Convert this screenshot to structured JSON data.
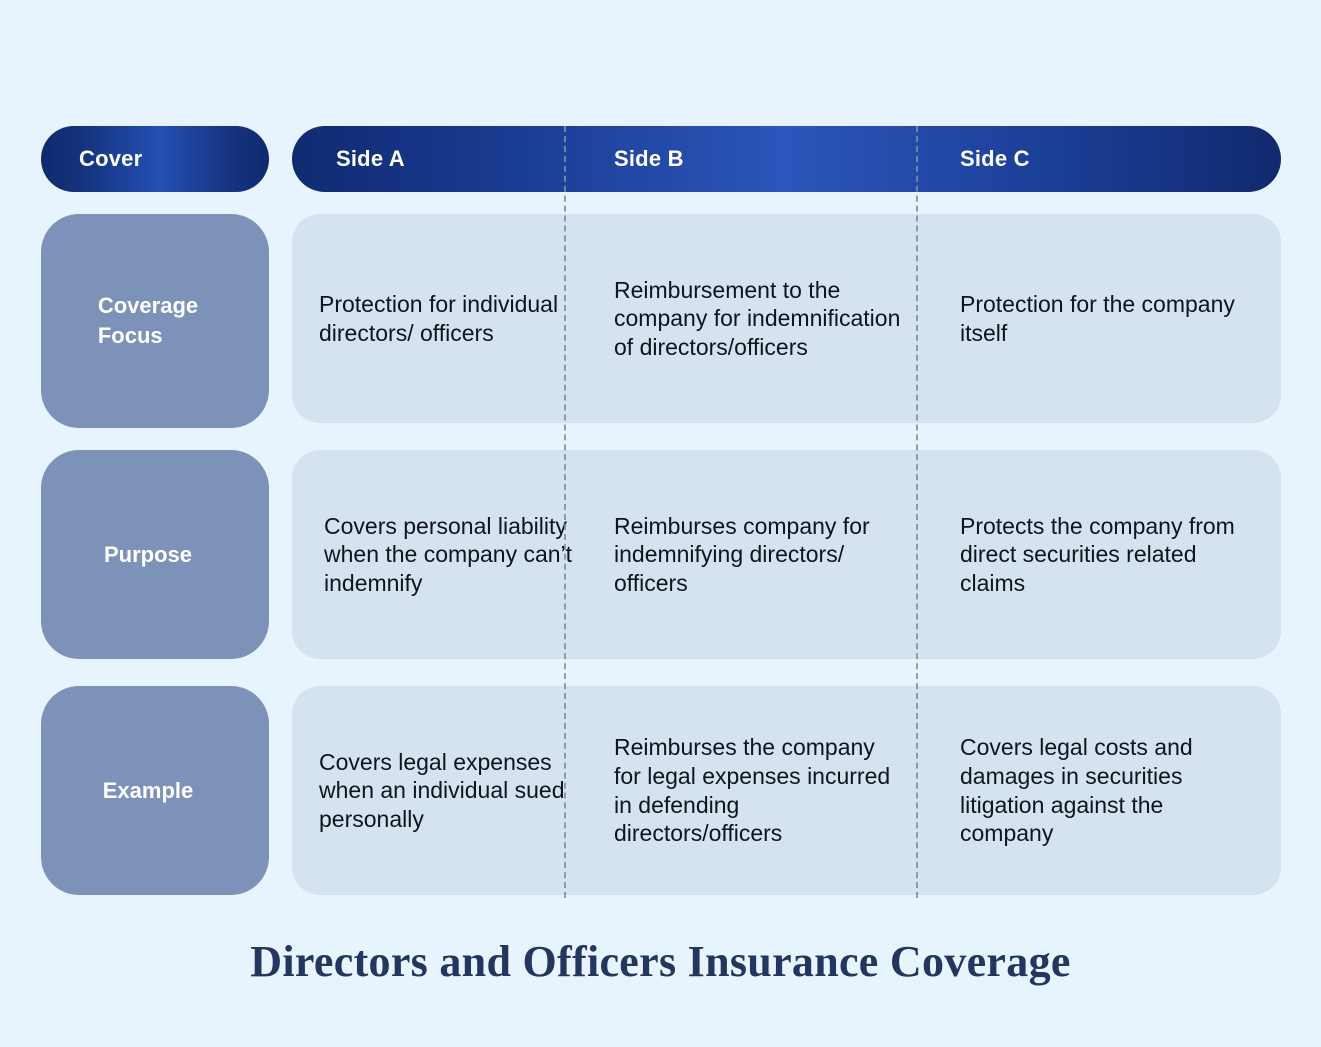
{
  "colors": {
    "background": "#e8f4fd",
    "header_dark": "#102b70",
    "header_mid": "#2b56bb",
    "row_label": "#7d92b8",
    "panel": "#d5e2ef",
    "body_text": "#10141c",
    "caption_text": "#23365e",
    "divider": "#7d8ea8"
  },
  "header": {
    "cover_label": "Cover",
    "columns": [
      {
        "label": "Side A"
      },
      {
        "label": "Side B"
      },
      {
        "label": "Side C"
      }
    ]
  },
  "rows": [
    {
      "label": "Coverage\nFocus",
      "label_line1": "Coverage",
      "label_line2": "Focus",
      "side_a": "Protection for individual directors/ officers",
      "side_b": "Reimbursement to the company for indemnification of directors/officers",
      "side_c": "Protection for the company itself"
    },
    {
      "label": "Purpose",
      "side_a": "Covers personal liability when the company can’t indemnify",
      "side_b": "Reimburses company for indemnifying directors/ officers",
      "side_c": "Protects the company from direct securities related claims"
    },
    {
      "label": "Example",
      "side_a": "Covers legal expenses when an individual sued personally",
      "side_b": "Reimburses the company  for legal expenses incurred in defending directors/officers",
      "side_c": "Covers legal costs and damages in securities litigation against the company"
    }
  ],
  "caption": "Directors and Officers Insurance Coverage"
}
